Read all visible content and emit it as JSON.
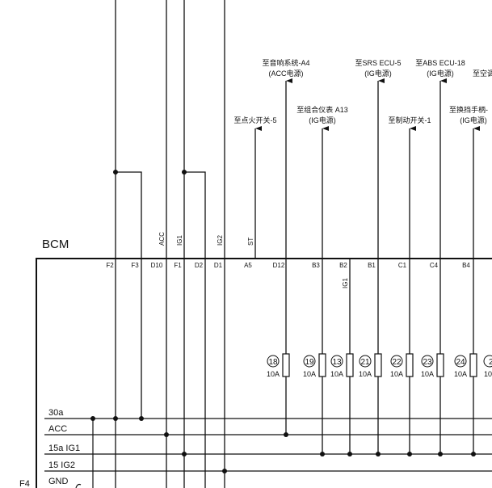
{
  "module": {
    "name": "BCM"
  },
  "destinations": [
    {
      "id": "audio",
      "line1": "至音响系统-A4",
      "line2": "(ACC电源)"
    },
    {
      "id": "srs",
      "line1": "至SRS ECU-5",
      "line2": "(IG电源)"
    },
    {
      "id": "abs",
      "line1": "至ABS ECU-18",
      "line2": "(IG电源)"
    },
    {
      "id": "ac",
      "line1": "至空调",
      "line2": ""
    },
    {
      "id": "cluster",
      "line1": "至组合仪表 A13",
      "line2": "(IG电源)"
    },
    {
      "id": "ignition",
      "line1": "至点火开关-5",
      "line2": ""
    },
    {
      "id": "brake",
      "line1": "至制动开关-1",
      "line2": ""
    },
    {
      "id": "shifter",
      "line1": "至换挡手柄-",
      "line2": "(IG电源)"
    }
  ],
  "signal_labels": [
    "ACC",
    "IG1",
    "IG2",
    "ST"
  ],
  "inner_signal_label": "IG1",
  "pins": [
    "F2",
    "F3",
    "D10",
    "F1",
    "D2",
    "D1",
    "A5",
    "D12",
    "B3",
    "B2",
    "B1",
    "C1",
    "C4",
    "B4"
  ],
  "fuses": [
    {
      "number": "18",
      "rating": "10A"
    },
    {
      "number": "19",
      "rating": "10A"
    },
    {
      "number": "13",
      "rating": "10A"
    },
    {
      "number": "21",
      "rating": "10A"
    },
    {
      "number": "22",
      "rating": "10A"
    },
    {
      "number": "23",
      "rating": "10A"
    },
    {
      "number": "24",
      "rating": "10A"
    },
    {
      "number": "2",
      "rating": "10"
    }
  ],
  "rails": [
    {
      "id": "r30a",
      "label": "30a"
    },
    {
      "id": "racc",
      "label": "ACC"
    },
    {
      "id": "r15a",
      "label": "15a IG1"
    },
    {
      "id": "r15",
      "label": "15 IG2"
    },
    {
      "id": "rgnd",
      "label": "GND"
    }
  ],
  "edge_label": "F4"
}
